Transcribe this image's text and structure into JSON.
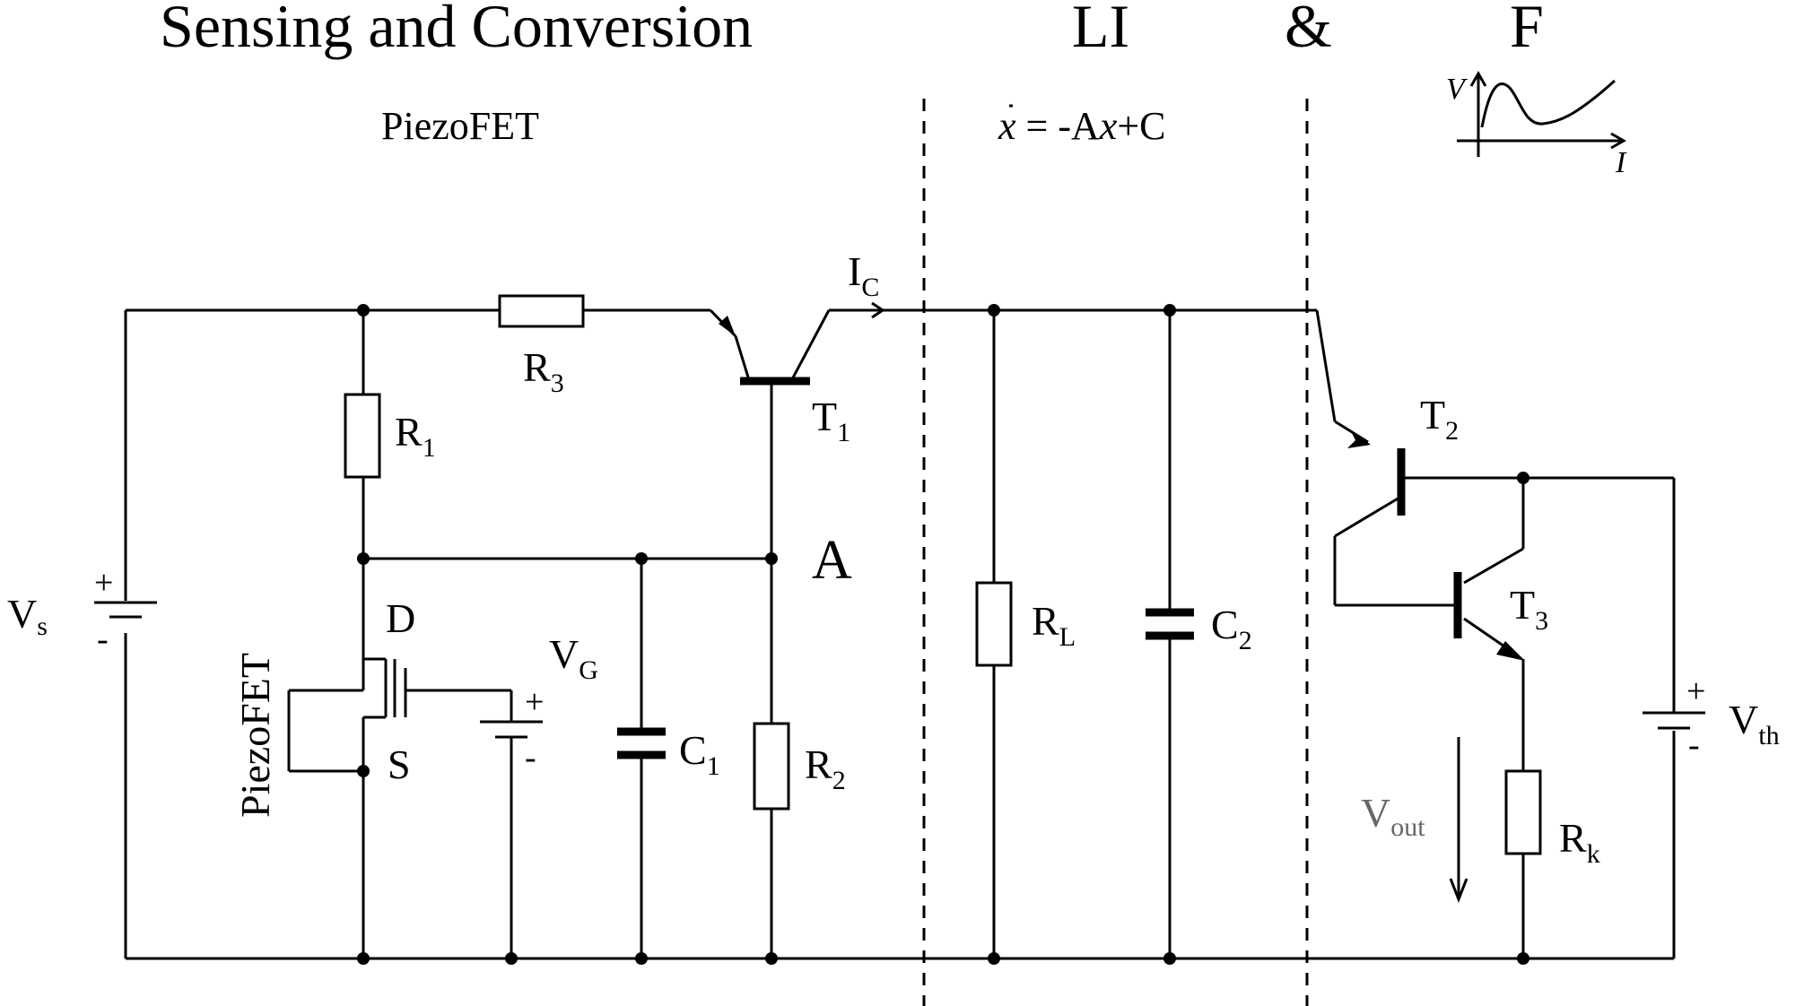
{
  "titles": {
    "sensing": "Sensing and Conversion",
    "li": "LI",
    "amp": "&",
    "f": "F"
  },
  "subtitles": {
    "piezofet": "PiezoFET",
    "eq_lhs": "x",
    "eq_rest": " = -A",
    "eq_x": "x",
    "eq_tail": "+C"
  },
  "graph": {
    "ylabel": "V",
    "xlabel": "I"
  },
  "labels": {
    "vs_main": "V",
    "vs_sub": "s",
    "r1_main": "R",
    "r1_sub": "1",
    "r2_main": "R",
    "r2_sub": "2",
    "r3_main": "R",
    "r3_sub": "3",
    "rl_main": "R",
    "rl_sub": "L",
    "rk_main": "R",
    "rk_sub": "k",
    "c1_main": "C",
    "c1_sub": "1",
    "c2_main": "C",
    "c2_sub": "2",
    "t1_main": "T",
    "t1_sub": "1",
    "t2_main": "T",
    "t2_sub": "2",
    "t3_main": "T",
    "t3_sub": "3",
    "ic_main": "I",
    "ic_sub": "C",
    "vg_main": "V",
    "vg_sub": "G",
    "vth_main": "V",
    "vth_sub": "th",
    "vout_main": "V",
    "vout_sub": "out",
    "node_a": "A",
    "drain": "D",
    "source": "S",
    "piezofet_vertical": "PiezoFET",
    "plus": "+",
    "minus": "-"
  },
  "colors": {
    "line": "#000000",
    "vout": "#666666"
  }
}
